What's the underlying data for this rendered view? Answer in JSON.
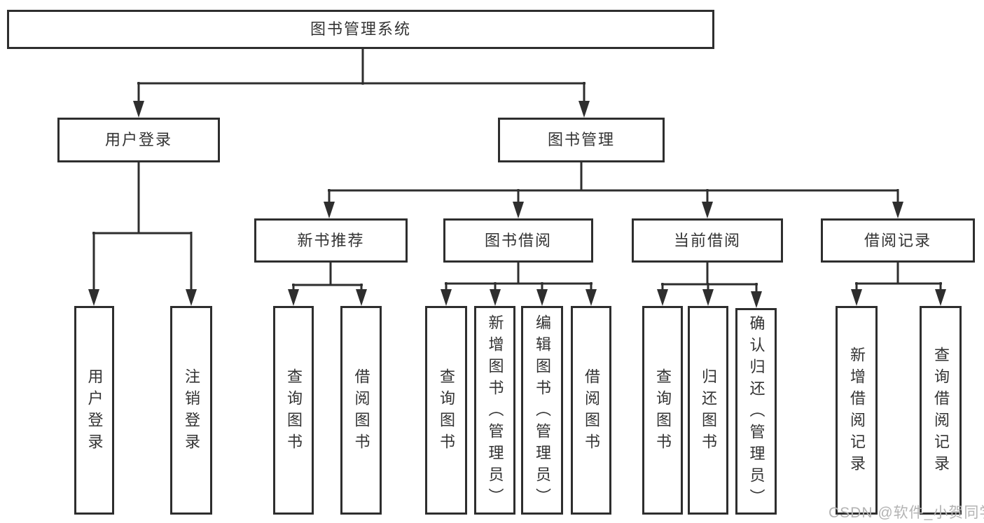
{
  "diagram": {
    "root": {
      "label": "图书管理系统"
    },
    "branches": [
      {
        "label": "用户登录",
        "children": [
          "用户登录",
          "注销登录"
        ]
      },
      {
        "label": "图书管理",
        "groups": [
          {
            "label": "新书推荐",
            "children": [
              "查询图书",
              "借阅图书"
            ]
          },
          {
            "label": "图书借阅",
            "children": [
              "查询图书",
              "新增图书（管理员）",
              "编辑图书（管理员）",
              "借阅图书"
            ]
          },
          {
            "label": "当前借阅",
            "children": [
              "查询图书",
              "归还图书",
              "确认归还（管理员）"
            ]
          },
          {
            "label": "借阅记录",
            "children": [
              "新增借阅记录",
              "查询借阅记录"
            ]
          }
        ]
      }
    ],
    "watermark": "CSDN @软件_小贺同学",
    "colors": {
      "line": "#2e2e2e",
      "box_border": "#2e2e2e",
      "text": "#333333",
      "background": "#ffffff",
      "watermark": "#b3b3b3"
    }
  }
}
